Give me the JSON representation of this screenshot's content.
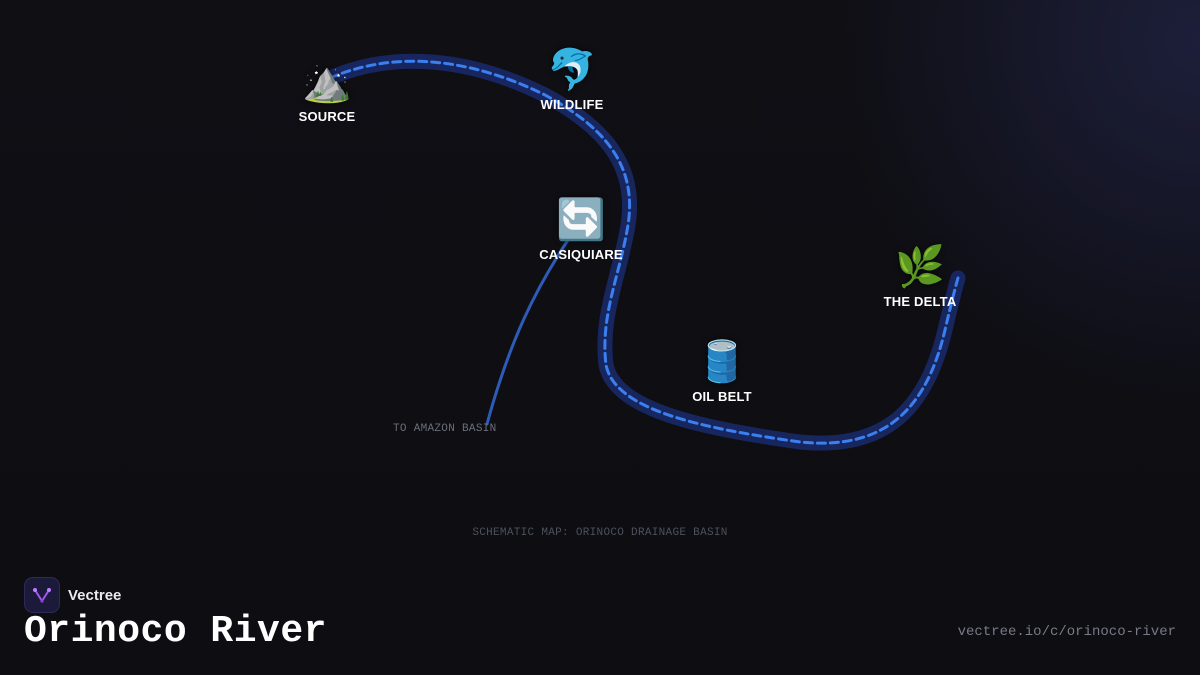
{
  "map": {
    "nodes": [
      {
        "id": "source",
        "label": "SOURCE",
        "emoji": "⛰️"
      },
      {
        "id": "wildlife",
        "label": "WILDLIFE",
        "emoji": "🐬"
      },
      {
        "id": "casiquiare",
        "label": "CASIQUIARE",
        "emoji": "🔄"
      },
      {
        "id": "oil-belt",
        "label": "OIL BELT",
        "emoji": "🛢️"
      },
      {
        "id": "delta",
        "label": "THE DELTA",
        "emoji": "🌿"
      }
    ],
    "branch_label": "TO AMAZON BASIN",
    "caption": "SCHEMATIC MAP: ORINOCO DRAINAGE BASIN",
    "colors": {
      "river_glow": "#1a2a6c",
      "river_dash": "#3b7ff0",
      "branch": "#2d5bb8"
    }
  },
  "footer": {
    "brand": "Vectree",
    "title": "Orinoco River",
    "url": "vectree.io/c/orinoco-river"
  }
}
